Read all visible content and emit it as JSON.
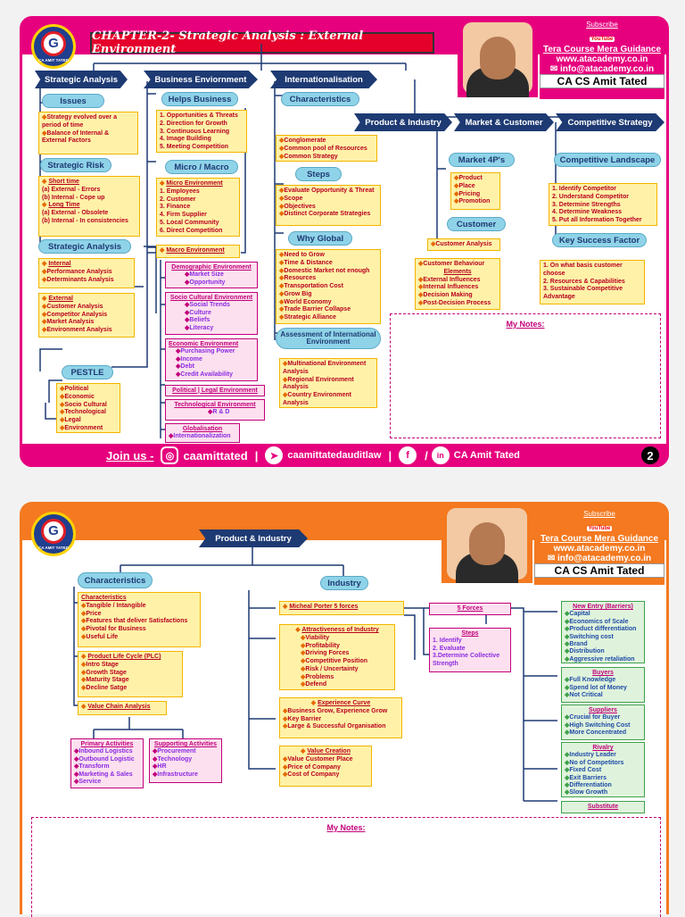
{
  "header": {
    "subscribe": "Subscribe",
    "youtube": "YouTube",
    "channel": "Tera Course Mera Guidance",
    "website": "www.atacademy.co.in",
    "email": "info@atacademy.co.in",
    "name": "CA CS Amit Tated",
    "logo_text": "CA AMIT TATED",
    "logo_letter": "G"
  },
  "page1": {
    "title": "CHAPTER-2- Strategic Analysis : External Environment",
    "col1": {
      "head": "Strategic Analysis",
      "issues": "Issues",
      "issues_items": [
        "Strategy evolved over a period of time",
        "Balance of Internal & External Factors"
      ],
      "risk": "Strategic Risk",
      "short_head": "Short time",
      "short_items": [
        "(a) External - Errors",
        "(b) Internal - Cope up"
      ],
      "long_head": "Long Time",
      "long_items": [
        "(a) External - Obsolete",
        "(b) Internal - In consistencies"
      ],
      "analysis": "Strategic Analysis",
      "internal_head": "Internal",
      "internal_items": [
        "Performance Analysis",
        "Determinants Analysis"
      ],
      "external_head": "External",
      "external_items": [
        "Customer Analysis",
        "Competitor Analysis",
        "Market Analysis",
        "Environment Analysis"
      ],
      "pestle": "PESTLE",
      "pestle_items": [
        "Political",
        "Economic",
        "Socio Cultural",
        "Technological",
        "Legal",
        "Environment"
      ]
    },
    "col2": {
      "head": "Business Enviornment",
      "helps": "Helps Business",
      "helps_items": [
        "1. Opportunities & Threats",
        "2. Direction for Growth",
        "3. Continuous Learning",
        "4. Image Building",
        "5. Meeting Competition"
      ],
      "micro_macro": "Micro / Macro",
      "micro_head": "Micro Environment",
      "micro_items": [
        "1. Employees",
        "2. Customer",
        "3. Finance",
        "4. Firm Supplier",
        "5. Local Community",
        "6. Direct Competition"
      ],
      "macro_head": "Macro Environment",
      "demo_head": "Demographic Environment",
      "demo_items": [
        "Market Size",
        "Opportunity"
      ],
      "socio_head": "Socio Cultural Environment",
      "socio_items": [
        "Social Trends",
        "Culture",
        "Beliefs",
        "Literacy"
      ],
      "eco_head": "Economic Environment",
      "eco_items": [
        "Purchasing Power",
        "Income",
        "Debt",
        "Credit Availability"
      ],
      "pol": "Political | Legal Environment",
      "tech_head": "Technological Environment",
      "tech_items": [
        "R & D"
      ],
      "glob_head": "Globalisation",
      "glob_items": [
        "Internationalization"
      ]
    },
    "col3": {
      "head": "Internationalisation",
      "char": "Characteristics",
      "char_items": [
        "Conglomerate",
        "Common pool of Resources",
        "Common Strategy"
      ],
      "steps": "Steps",
      "steps_items": [
        "Evaluate Opportunity & Threat",
        "Scope",
        "Objectives",
        "Distinct Corporate Strategies"
      ],
      "why": "Why Global",
      "why_items": [
        "Need to Grow",
        "Time & Distance",
        "Domestic Market not enough",
        "Resources",
        "Transportation Cost",
        "Grow Big",
        "World Economy",
        "Trade Barrier Collapse",
        "Strategic Alliance"
      ],
      "assess": "Assessment of International Environment",
      "assess_items": [
        "Multinational Environment Analysis",
        "Regional Environment Analysis",
        "Country Environment Analysis"
      ]
    },
    "right": {
      "pi": "Product & Industry",
      "mc": "Market & Customer",
      "cs": "Competitive Strategy",
      "m4": "Market 4P's",
      "m4_items": [
        "Product",
        "Place",
        "Pricing",
        "Promotion"
      ],
      "customer": "Customer",
      "cust_items": [
        "Customer Analysis"
      ],
      "beh_head": "Customer Behaviour",
      "beh_sub": "Elements",
      "beh_items": [
        "External Influences",
        "Internal Influences",
        "Decision Making",
        "Post-Decision Process"
      ],
      "land": "Competitive Landscape",
      "land_items": [
        "1. Identify Competitor",
        "2. Understand Competitor",
        "3. Determine Strengths",
        "4. Determine Weakness",
        "5. Put all Information Together"
      ],
      "ksf": "Key Success Factor",
      "ksf_items": [
        "1. On what basis customer choose",
        "2. Resources & Capabilities",
        "3. Sustainable Competitive Advantage"
      ]
    },
    "notes": "My Notes:",
    "footer": {
      "join": "Join us -",
      "insta": "caamittated",
      "telegram": "caamittatedauditlaw",
      "social": "CA Amit Tated",
      "sep": "|",
      "slash": "/",
      "page": "2"
    }
  },
  "page2": {
    "title": "Product & Industry",
    "char": "Characteristics",
    "char_head": "Characteristics",
    "char_items": [
      "Tangible / Intangible",
      "Price",
      "Features that deliver Satisfactions",
      "Pivotal for Business",
      "Useful Life"
    ],
    "plc_head": "Product Life Cycle (PLC)",
    "plc_items": [
      "Intro Stage",
      "Growth Stage",
      "Maturity Stage",
      "Decline Satge"
    ],
    "vca": "Value Chain Analysis",
    "prim_head": "Primary Activities",
    "prim_items": [
      "Inbound Logistics",
      "Outbound Logistic",
      "Transform",
      "Marketing & Sales",
      "Service"
    ],
    "supp_head": "Supporting Activities",
    "supp_items": [
      "Procurement",
      "Technology",
      "HR",
      "Infrastructure"
    ],
    "industry": "Industry",
    "porter": "Micheal Porter 5 forces",
    "five": "5 Forces",
    "steps_head": "Steps",
    "steps_items": [
      "1. Identify",
      "2. Evaluate",
      "3.Determine Collective Strength"
    ],
    "attr_head": "Attractiveness of Industry",
    "attr_items": [
      "Viability",
      "Profitability",
      "Driving Forces",
      "Competitive Position",
      "Risk / Uncertainty",
      "Problems",
      "Defend"
    ],
    "exp_head": "Experience Curve",
    "exp_items": [
      "Business Grow, Experience Grow",
      "Key Barrier",
      "Large & Successful Organisation"
    ],
    "val_head": "Value Creation",
    "val_items": [
      "Value Customer Place",
      "Price of Company",
      "Cost of Company"
    ],
    "new_head": "New Entry (Barriers)",
    "new_items": [
      "Capital",
      "Economics of Scale",
      "Product differentiation",
      "Switching cost",
      "Brand",
      "Distribution",
      "Aggressive retaliation"
    ],
    "buy_head": "Buyers",
    "buy_items": [
      "Full Knowledge",
      "Spend lot of Money",
      "Not Critical"
    ],
    "sup_head": "Suppliers",
    "sup_items": [
      "Crucial for Buyer",
      "High Switching Cost",
      "More Concentrated"
    ],
    "riv_head": "Rivalry",
    "riv_items": [
      "Industry Leader",
      "No of Competitors",
      "Fixed Cost",
      "Exit Barriers",
      "Differentiation",
      "Slow Growth"
    ],
    "subs": "Substitute",
    "notes": "My Notes:"
  },
  "colors": {
    "page1": "#e6007e",
    "page2": "#f47920",
    "navy": "#1e3a73",
    "pill": "#8fd3e8"
  }
}
